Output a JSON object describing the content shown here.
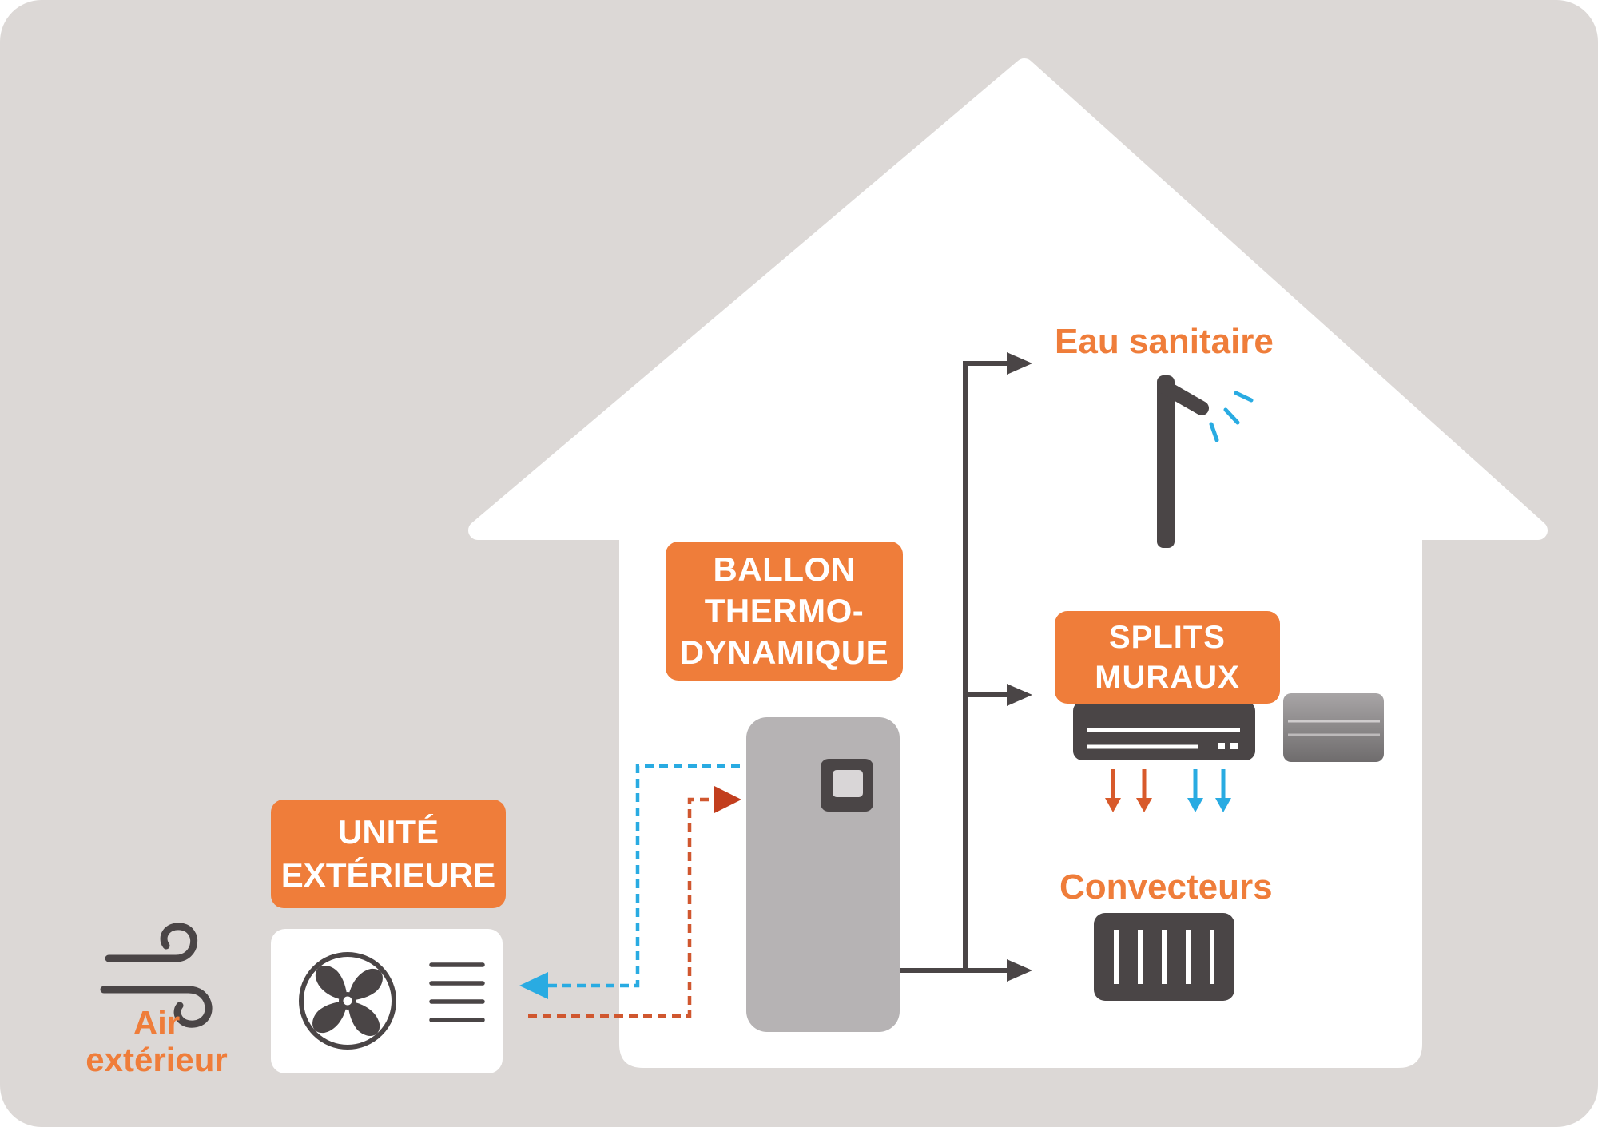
{
  "title": "Schéma ballon thermodynamique",
  "colors": {
    "background": "#DCD8D6",
    "house": "#FFFFFF",
    "orange": "#EF7D3A",
    "dark": "#4A4546",
    "blue": "#29ABE2",
    "red_line": "#D0572F",
    "red_arrow": "#C23E1E",
    "tank_gray": "#B6B3B4"
  },
  "labels": {
    "ballon": "BALLON\nTHERMO-\nDYNAMIQUE",
    "unite_exterieure": "UNITÉ\nEXTÉRIEURE",
    "splits_muraux": "SPLITS\nMURAUX",
    "eau_sanitaire": "Eau sanitaire",
    "convecteurs": "Convecteurs",
    "air_exterieur": "Air\nextérieur"
  },
  "icons": [
    "house-shape",
    "water-tank-icon",
    "shower-icon",
    "wall-split-icon",
    "secondary-split-icon",
    "radiator-icon",
    "outdoor-unit-icon",
    "fan-icon",
    "grille-icon",
    "wind-icon",
    "distribution-arrows",
    "refrigerant-blue-line",
    "refrigerant-red-line",
    "split-airflow-arrows"
  ]
}
